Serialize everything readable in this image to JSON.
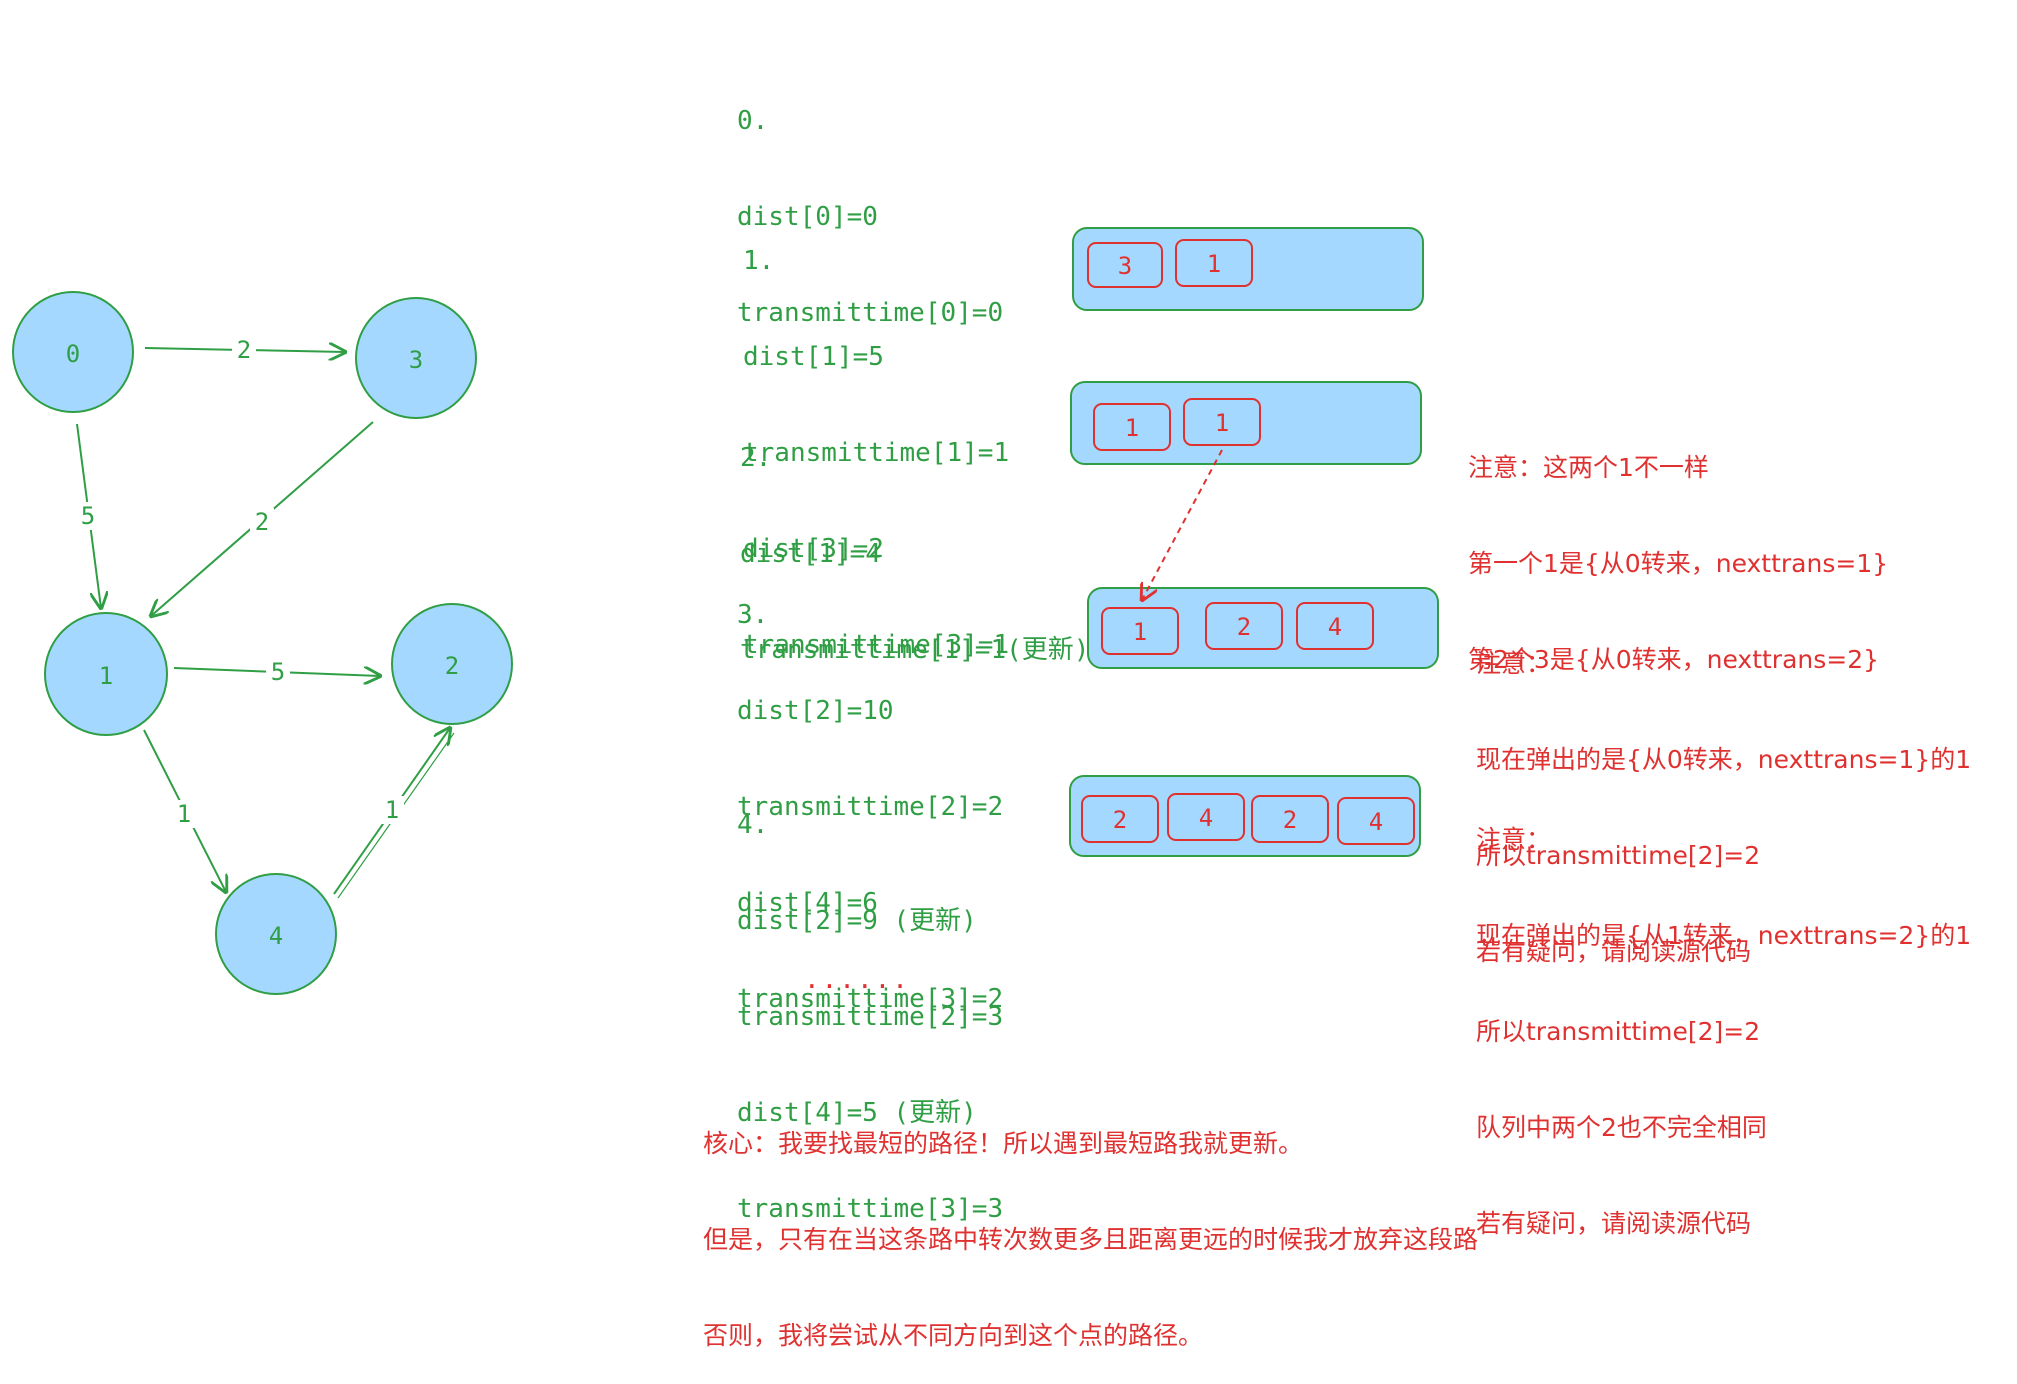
{
  "graph": {
    "nodes": [
      {
        "id": "0",
        "label": "0"
      },
      {
        "id": "3",
        "label": "3"
      },
      {
        "id": "1",
        "label": "1"
      },
      {
        "id": "2",
        "label": "2"
      },
      {
        "id": "4",
        "label": "4"
      }
    ],
    "edges": [
      {
        "from": "0",
        "to": "3",
        "weight": "2"
      },
      {
        "from": "0",
        "to": "1",
        "weight": "5"
      },
      {
        "from": "3",
        "to": "1",
        "weight": "2"
      },
      {
        "from": "1",
        "to": "2",
        "weight": "5"
      },
      {
        "from": "1",
        "to": "4",
        "weight": "1"
      },
      {
        "from": "4",
        "to": "2",
        "weight": "1"
      }
    ]
  },
  "steps": [
    {
      "lines": [
        "0.",
        "dist[0]=0",
        "transmittime[0]=0"
      ]
    },
    {
      "lines": [
        "1.",
        "dist[1]=5",
        "transmittime[1]=1",
        "dist[3]=2",
        "transmittime[3]=1"
      ]
    },
    {
      "lines": [
        "2.",
        "dist[1]=4",
        "transmittime[1]=1(更新)"
      ]
    },
    {
      "lines": [
        "3.",
        "dist[2]=10",
        "transmittime[2]=2",
        "dist[4]=6",
        "transmittime[3]=2"
      ]
    },
    {
      "lines": [
        "4.",
        "dist[2]=9 (更新)",
        "transmittime[2]=3",
        "dist[4]=5 (更新)",
        "transmittime[3]=3"
      ]
    }
  ],
  "queues": [
    {
      "items": [
        "3",
        "1"
      ]
    },
    {
      "items": [
        "1",
        "1"
      ]
    },
    {
      "items": [
        "1",
        "2",
        "4"
      ]
    },
    {
      "items": [
        "2",
        "4",
        "2",
        "4"
      ]
    }
  ],
  "notes": [
    {
      "lines": [
        "注意：这两个1不一样",
        "第一个1是{从0转来，nexttrans=1}",
        "第2个3是{从0转来，nexttrans=2}"
      ]
    },
    {
      "lines": [
        "注意：",
        "现在弹出的是{从0转来，nexttrans=1}的1",
        "所以transmittime[2]=2",
        "若有疑问，请阅读源代码"
      ]
    },
    {
      "lines": [
        "注意：",
        "现在弹出的是{从1转来，nexttrans=2}的1",
        "所以transmittime[2]=2",
        "队列中两个2也不完全相同",
        "若有疑问，请阅读源代码"
      ]
    }
  ],
  "ellipsis": "......",
  "summary": {
    "lines": [
      "核心：我要找最短的路径！所以遇到最短路我就更新。",
      "但是，只有在当这条路中转次数更多且距离更远的时候我才放弃这段路",
      "否则，我将尝试从不同方向到这个点的路径。"
    ]
  },
  "colors": {
    "node_fill": "#a5d8ff",
    "green": "#2f9e44",
    "red": "#e03131",
    "queue_fill": "#a5d8ff"
  }
}
